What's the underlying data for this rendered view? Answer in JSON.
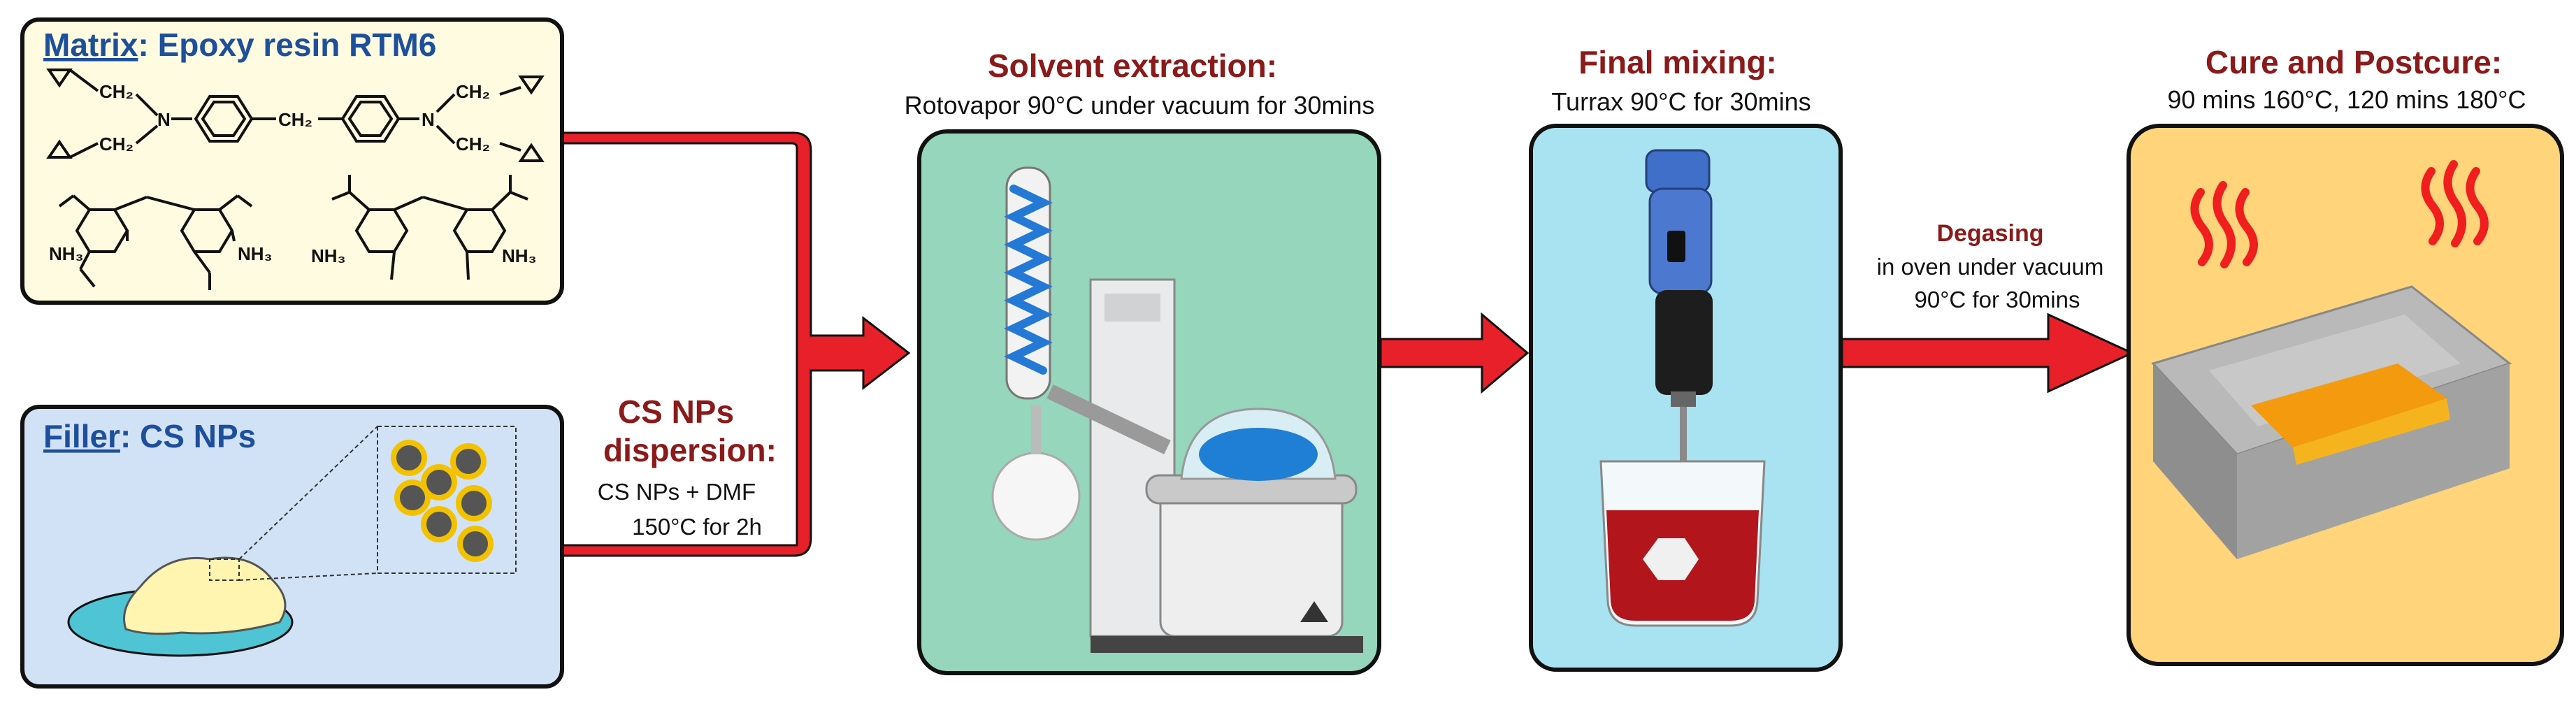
{
  "matrix": {
    "title_key": "Matrix",
    "title_rest": ": Epoxy resin RTM6",
    "chem_labels": {
      "ch2": "CH₂",
      "n": "N",
      "nh3": "NH₃"
    }
  },
  "filler": {
    "title_key": "Filler",
    "title_rest": ": CS NPs"
  },
  "dispersion": {
    "title_line1": "CS NPs",
    "title_line2": "dispersion:",
    "detail_line1": "CS NPs + DMF",
    "detail_line2": "150°C for 2h"
  },
  "solvent_extraction": {
    "title": "Solvent extraction:",
    "detail": "Rotovapor 90°C under vacuum for 30mins"
  },
  "final_mixing": {
    "title": "Final mixing:",
    "detail": "Turrax 90°C for 30mins"
  },
  "degasing": {
    "title": "Degasing",
    "detail_line1": "in oven under vacuum",
    "detail_line2": "90°C for 30mins"
  },
  "cure": {
    "title": "Cure and Postcure:",
    "detail": "90 mins 160°C, 120 mins 180°C"
  },
  "colors": {
    "arrow": "#e8202a",
    "title_red": "#8b1a1a",
    "title_blue": "#1d4f9c",
    "matrix_bg": "#fffbe0",
    "filler_bg": "#d2e2f6",
    "rotovapor_bg": "#95d6bc",
    "mixing_bg": "#a9e2f0",
    "cure_bg": "#ffd47a"
  }
}
